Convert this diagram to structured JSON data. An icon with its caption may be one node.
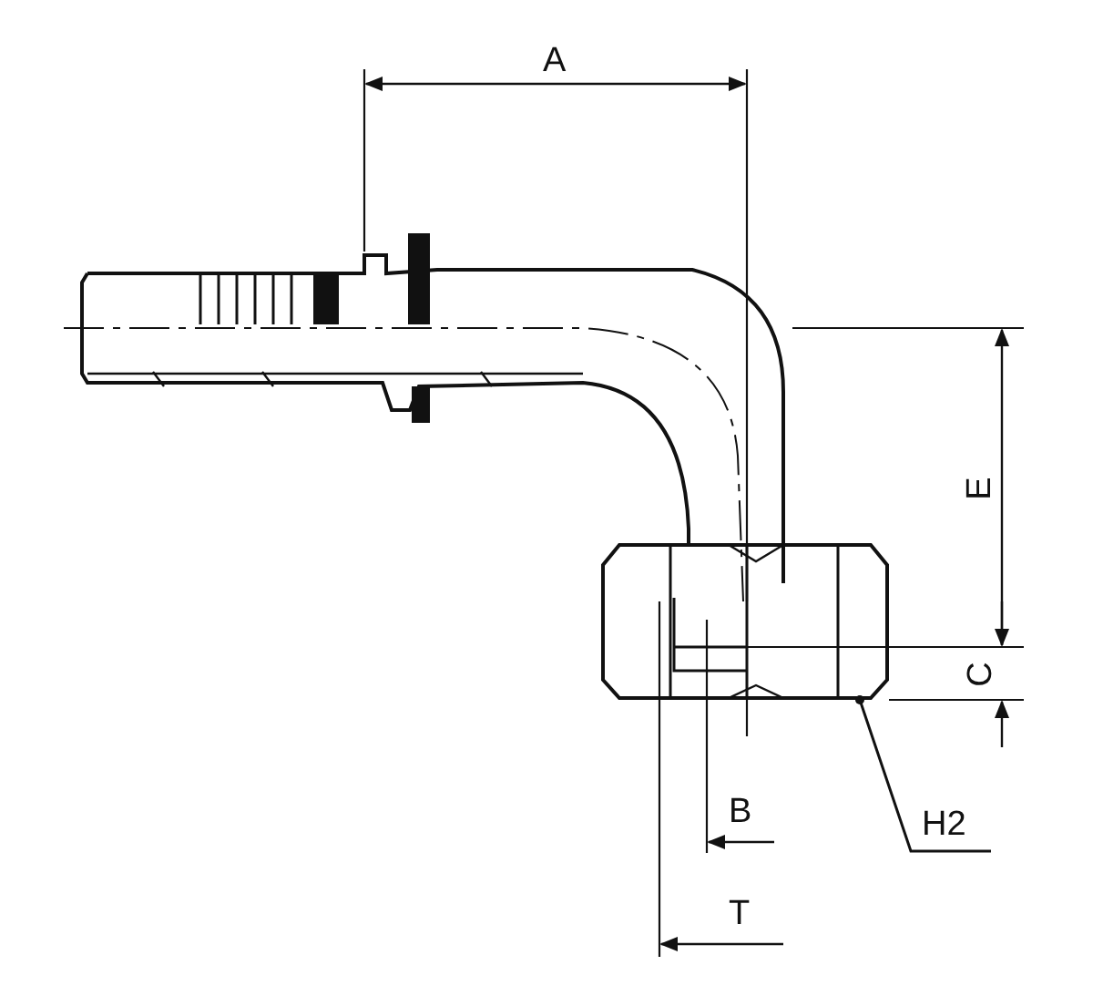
{
  "diagram": {
    "nodes": [
      {
        "text": [
          "H2"
        ]
      },
      {
        "text": [],
        "shape": "picture"
      }
    ],
    "edges": [
      {
        "from": 0,
        "to": 1,
        "arrow": "other"
      }
    ],
    "labels": [
      "A",
      "E",
      "C",
      "B",
      "T"
    ]
  }
}
